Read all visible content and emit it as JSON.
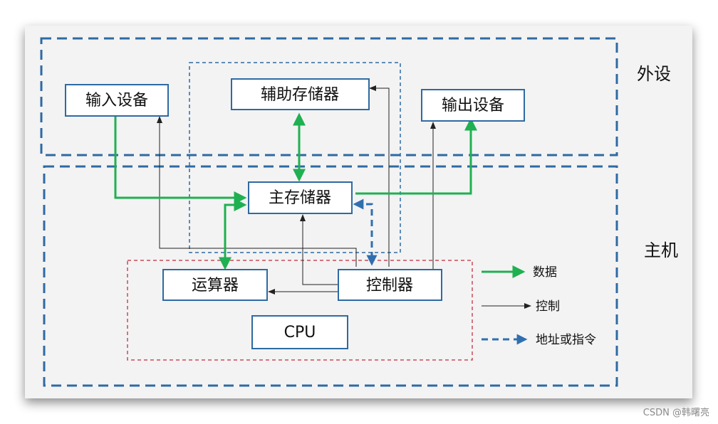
{
  "colors": {
    "data_arrow": "#1fb051",
    "control_arrow": "#222222",
    "address_arrow": "#2f6fb0",
    "box_border": "#2e6aa3",
    "cpu_border": "#c94a5a"
  },
  "regions": {
    "peripheral": "外设",
    "host": "主机"
  },
  "components": {
    "input_device": "输入设备",
    "aux_storage": "辅助存储器",
    "output_device": "输出设备",
    "main_memory": "主存储器",
    "alu": "运算器",
    "controller": "控制器",
    "cpu": "CPU"
  },
  "legend": {
    "data": "数据",
    "control": "控制",
    "address": "地址或指令"
  },
  "watermark": "CSDN @韩曙亮"
}
